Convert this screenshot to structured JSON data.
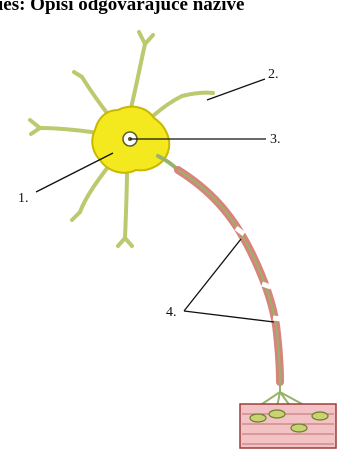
{
  "header": {
    "text": "ies: Opiši odgovarajuće nazive"
  },
  "labels": {
    "one": "1.",
    "two": "2.",
    "three": "3.",
    "four": "4."
  },
  "colors": {
    "cell_body": "#f4e81e",
    "cell_outline": "#c9b800",
    "dendrite": "#bcc96f",
    "axon_myelin": "#d8837b",
    "axon_core": "#98b36a",
    "nucleus": "#ffffff",
    "tissue": "#f2c2c4",
    "tissue_edge": "#9b3b3b",
    "terminal": "#c8d46f"
  }
}
